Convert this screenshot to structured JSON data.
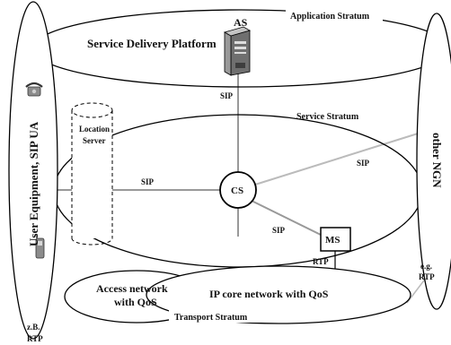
{
  "strata": {
    "application": "Application Stratum",
    "service": "Service Stratum",
    "transport": "Transport Stratum"
  },
  "nodes": {
    "sdp": "Service Delivery Platform",
    "as": "AS",
    "cs": "CS",
    "ms": "MS",
    "location_line1": "Location",
    "location_line2": "Server",
    "ue": "User Equipment, SIP UA",
    "other_ngn": "other NGN",
    "access_line1": "Access network",
    "access_line2": "with QoS",
    "ip_core": "IP core network with QoS"
  },
  "links": {
    "sip_as_cs": "SIP",
    "sip_ue_cs": "SIP",
    "sip_cs_ngn": "SIP",
    "sip_cs_ms": "SIP",
    "rtp_ms": "RTP",
    "eg": "e.g.",
    "rtp_ngn": "RTP",
    "zb": "z.B.",
    "rtp_ue": "RTP"
  }
}
